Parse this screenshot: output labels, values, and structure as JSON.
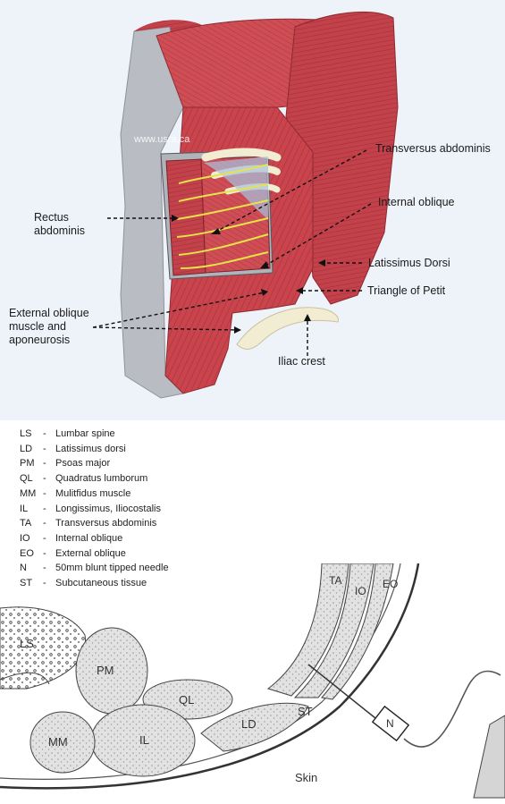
{
  "top_figure": {
    "watermark": "www.usra.ca",
    "labels": {
      "rectus": [
        "Rectus",
        "abdominis"
      ],
      "transversus": "Transversus abdominis",
      "internal_oblique": "Internal oblique",
      "latissimus": "Latissimus Dorsi",
      "triangle": "Triangle of Petit",
      "external_oblique": [
        "External oblique",
        "muscle and",
        "aponeurosis"
      ],
      "iliac": "Iliac crest"
    }
  },
  "legend": [
    {
      "abbr": "LS",
      "sep": "-",
      "text": "Lumbar spine"
    },
    {
      "abbr": "LD",
      "sep": "-",
      "text": "Latissimus dorsi"
    },
    {
      "abbr": "PM",
      "sep": "-",
      "text": "Psoas major"
    },
    {
      "abbr": "QL",
      "sep": "-",
      "text": "Quadratus lumborum"
    },
    {
      "abbr": "MM",
      "sep": "-",
      "text": "Mulitfidus muscle"
    },
    {
      "abbr": "IL",
      "sep": "-",
      "text": "Longissimus, Iliocostalis"
    },
    {
      "abbr": "TA",
      "sep": "-",
      "text": "Transversus abdominis"
    },
    {
      "abbr": "IO",
      "sep": "-",
      "text": "Internal oblique"
    },
    {
      "abbr": "EO",
      "sep": "-",
      "text": "External oblique"
    },
    {
      "abbr": "N",
      "sep": "-",
      "text": "50mm blunt tipped needle"
    },
    {
      "abbr": "ST",
      "sep": "-",
      "text": "Subcutaneous tissue"
    }
  ],
  "cross_section": {
    "LS": "LS",
    "PM": "PM",
    "QL": "QL",
    "MM": "MM",
    "IL": "IL",
    "LD": "LD",
    "ST": "ST",
    "TA": "TA",
    "IO": "IO",
    "EO": "EO",
    "N": "N",
    "skin": "Skin"
  },
  "colors": {
    "muscle": "#c9444c",
    "fascia": "#b9bcc2",
    "tissue": "#d9d9d9",
    "bone": "#f1ecd2",
    "nerve": "#e8e24a"
  }
}
